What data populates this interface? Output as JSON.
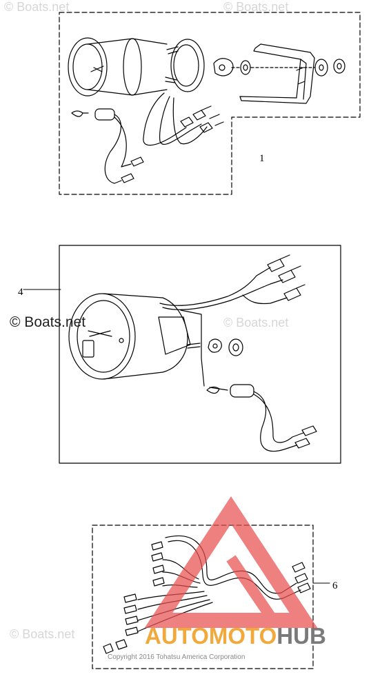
{
  "watermark": {
    "text": "© Boats.net",
    "mid_left_text": "© Boats.net"
  },
  "callouts": {
    "item1": "1",
    "item4": "4",
    "item6": "6"
  },
  "logo": {
    "part1": "AUTOMOTO",
    "part2": "HUB",
    "accent_color": "#f2a93b",
    "triangle_color": "#e85050",
    "secondary_color": "#7a7a7a"
  },
  "copyright": "Copyright 2016 Tohatsu America Corporation"
}
